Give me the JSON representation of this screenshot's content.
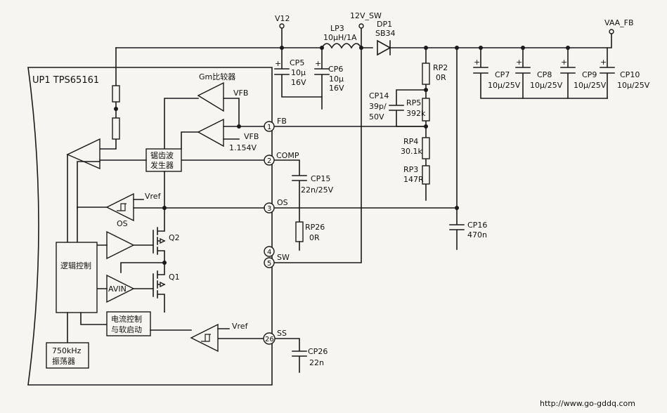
{
  "chip": {
    "name": "UP1  TPS65161"
  },
  "nets": {
    "v12": "V12",
    "v12sw": "12V_SW",
    "vaa": "VAA_FB"
  },
  "inductor": {
    "ref": "LP3",
    "value": "10μH/1A"
  },
  "diode": {
    "ref": "DP1",
    "part": "SB34"
  },
  "caps": {
    "cp5": {
      "ref": "CP5",
      "v1": "10μ",
      "v2": "16V"
    },
    "cp6": {
      "ref": "CP6",
      "v1": "10μ",
      "v2": "16V"
    },
    "cp7": {
      "ref": "CP7",
      "value": "10μ/25V"
    },
    "cp8": {
      "ref": "CP8",
      "value": "10μ/25V"
    },
    "cp9": {
      "ref": "CP9",
      "value": "10μ/25V"
    },
    "cp10": {
      "ref": "CP10",
      "value": "10μ/25V"
    },
    "cp14": {
      "ref": "CP14",
      "v1": "39p/",
      "v2": "50V"
    },
    "cp15": {
      "ref": "CP15",
      "value": "22n/25V"
    },
    "cp16": {
      "ref": "CP16",
      "value": "470n"
    },
    "cp26": {
      "ref": "CP26",
      "value": "22n"
    }
  },
  "resistors": {
    "rp2": {
      "ref": "RP2",
      "value": "0R"
    },
    "rp5": {
      "ref": "RP5",
      "value": "392k"
    },
    "rp4": {
      "ref": "RP4",
      "value": "30.1k"
    },
    "rp3": {
      "ref": "RP3",
      "value": "147R"
    },
    "rp26": {
      "ref": "RP26",
      "value": "0R"
    }
  },
  "blocks": {
    "gm": "Gm比较器",
    "vfb": "VFB",
    "vfb2": "VFB",
    "vfbval": "1.154V",
    "saw1": "锯齿波",
    "saw2": "发生器",
    "logic": "逻辑控制",
    "osc1": "750kHz",
    "osc2": "振荡器",
    "cur1": "电流控制",
    "cur2": "与软启动",
    "vref1": "Vref",
    "vref2": "Vref",
    "os": "OS",
    "avin": "AVIN",
    "q1": "Q1",
    "q2": "Q2"
  },
  "pins": [
    {
      "num": "1",
      "name": "FB"
    },
    {
      "num": "2",
      "name": "COMP"
    },
    {
      "num": "3",
      "name": "OS"
    },
    {
      "num": "4",
      "name": ""
    },
    {
      "num": "5",
      "name": "SW"
    },
    {
      "num": "26",
      "name": "SS"
    }
  ],
  "watermark": "http://www.go-gddq.com"
}
